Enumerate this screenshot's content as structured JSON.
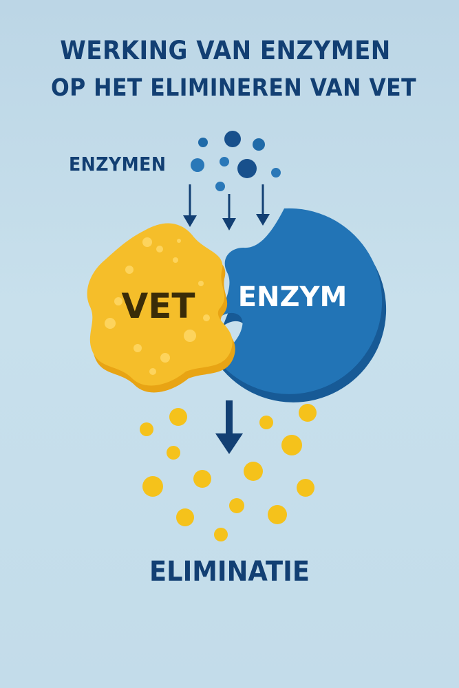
{
  "title": {
    "line1": "WERKING VAN ENZYMEN",
    "line2": "OP HET ELIMINEREN VAN VET"
  },
  "enzymes_label": "ENZYMEN",
  "fat_label": "VET",
  "enzyme_label": "ENZYM",
  "result_label": "ELIMINATIE",
  "colors": {
    "title": "#123f73",
    "enzyme_blue": "#1f6aa8",
    "fat_yellow": "#f3b623",
    "droplet_yellow": "#f5c21b",
    "arrow": "#123f73"
  }
}
